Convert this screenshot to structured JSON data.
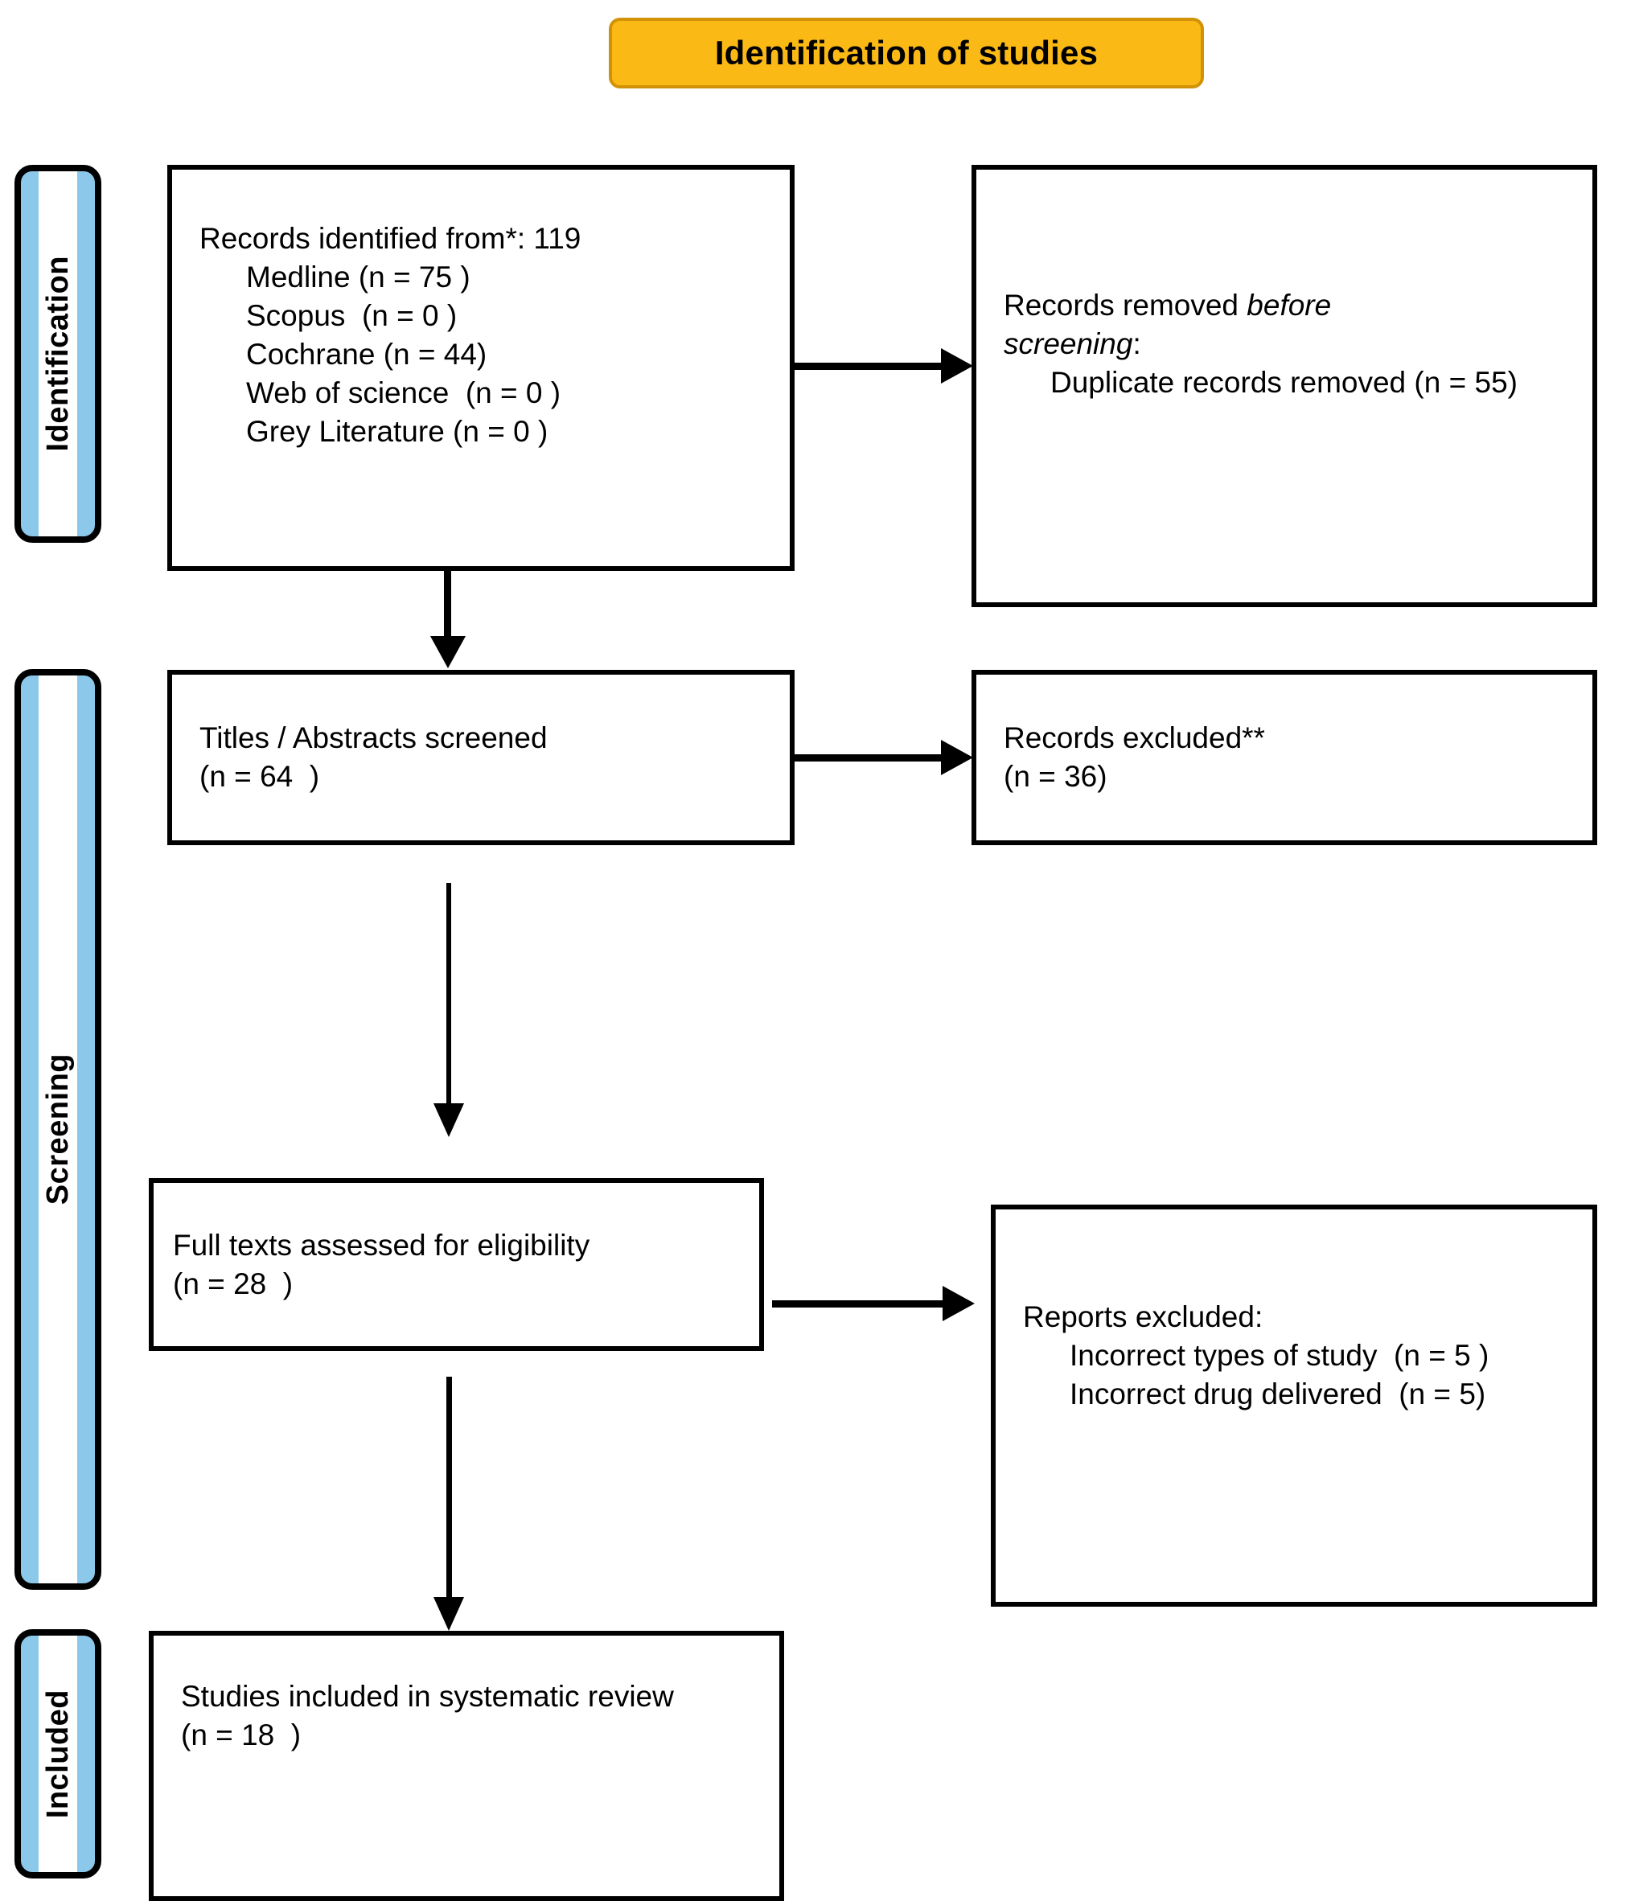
{
  "diagram": {
    "type": "prisma-flow-diagram",
    "title": "Identification of studies",
    "accent_color": "#FBB915",
    "accent_border_color": "#D19208",
    "phase_bar_color": "#8CC8EA",
    "line_color": "#000000"
  },
  "phases": [
    {
      "id": "identification",
      "label": "Identification"
    },
    {
      "id": "screening",
      "label": "Screening"
    },
    {
      "id": "included",
      "label": "Included"
    }
  ],
  "boxes": {
    "identified": {
      "id": "records-identified",
      "lines": [
        {
          "text": "Records identified from*: 119",
          "indent": false
        },
        {
          "text": "Medline (n = 75 )",
          "indent": true
        },
        {
          "text": "Scopus  (n = 0 )",
          "indent": true
        },
        {
          "text": "Cochrane (n = 44)",
          "indent": true
        },
        {
          "text": "Web of science  (n = 0 )",
          "indent": true
        },
        {
          "text": "Grey Literature (n = 0 )",
          "indent": true
        }
      ]
    },
    "removed_before_screening": {
      "id": "records-removed-before-screening",
      "lines": [
        {
          "text": "Records removed ",
          "indent": false,
          "italic_tail": "before"
        },
        {
          "text": "screening",
          "indent": false,
          "italic_head": true,
          "tail": ":"
        },
        {
          "text": "Duplicate records removed (n = 55)",
          "indent": true
        }
      ]
    },
    "titles_screened": {
      "id": "titles-abstracts-screened",
      "lines": [
        {
          "text": "Titles / Abstracts screened",
          "indent": false
        },
        {
          "text": "(n = 64  )",
          "indent": false
        }
      ]
    },
    "records_excluded": {
      "id": "records-excluded",
      "lines": [
        {
          "text": "Records excluded**",
          "indent": false
        },
        {
          "text": "(n = 36)",
          "indent": false
        }
      ]
    },
    "full_texts": {
      "id": "full-texts-assessed",
      "lines": [
        {
          "text": "Full texts assessed for eligibility",
          "indent": false
        },
        {
          "text": "(n = 28  )",
          "indent": false
        }
      ]
    },
    "reports_excluded": {
      "id": "reports-excluded",
      "lines": [
        {
          "text": "Reports excluded:",
          "indent": false
        },
        {
          "text": "Incorrect types of study  (n = 5 )",
          "indent": true
        },
        {
          "text": "Incorrect drug delivered  (n = 5)",
          "indent": true
        }
      ]
    },
    "studies_included": {
      "id": "studies-included",
      "lines": [
        {
          "text": "Studies included in systematic review",
          "indent": false
        },
        {
          "text": "(n = 18  )",
          "indent": false
        }
      ]
    }
  },
  "counts": {
    "total_identified": 119,
    "medline": 75,
    "scopus": 0,
    "cochrane": 44,
    "web_of_science": 0,
    "grey_literature": 0,
    "duplicates_removed": 55,
    "titles_abstracts_screened": 64,
    "records_excluded": 36,
    "full_texts_assessed": 28,
    "reports_excluded_incorrect_study_type": 5,
    "reports_excluded_incorrect_drug": 5,
    "studies_included": 18
  },
  "footnotes": {
    "asterisk_marker": "*",
    "double_asterisk_marker": "**"
  }
}
